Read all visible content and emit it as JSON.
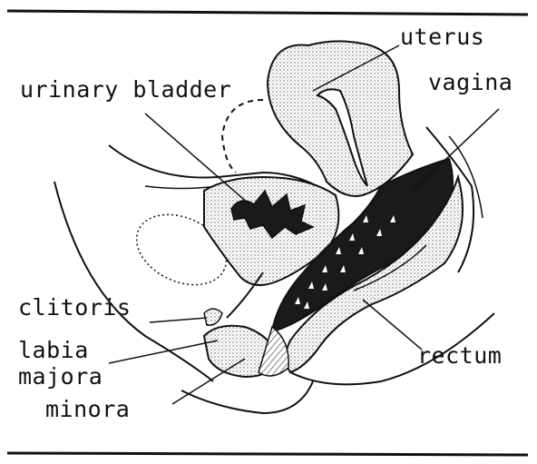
{
  "labels": {
    "uterus": "uterus",
    "urinary_bladder": "urinary bladder",
    "vagina": "vagina",
    "clitoris": "clitoris",
    "labia": "labia",
    "majora": "majora",
    "minora": "minora",
    "rectum": "rectum"
  },
  "colors": {
    "ink": "#111111",
    "stipple": "#c8c8c8",
    "dark_fill": "#1a1a1a",
    "paper": "#ffffff"
  }
}
